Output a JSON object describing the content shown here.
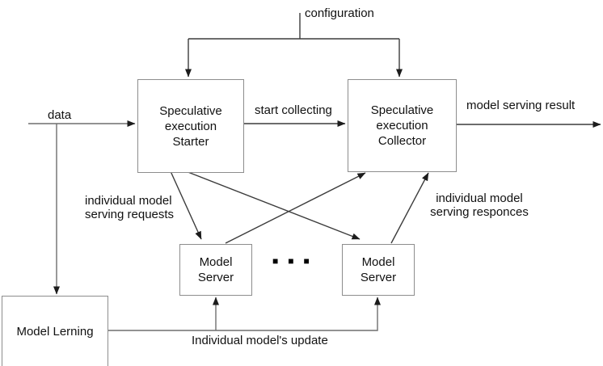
{
  "colors": {
    "line": "#3c3c3c",
    "muted_line": "#6e6e6e",
    "box_border": "#8d8d8d",
    "text": "#111111",
    "background": "#ffffff"
  },
  "nodes": {
    "starter": {
      "lines": [
        "Speculative",
        "execution",
        "Starter"
      ]
    },
    "collector": {
      "lines": [
        "Speculative",
        "execution",
        "Collector"
      ]
    },
    "model_server_left": {
      "lines": [
        "Model",
        "Server"
      ]
    },
    "model_server_right": {
      "lines": [
        "Model",
        "Server"
      ]
    },
    "model_learning": {
      "label": "Model Lerning"
    }
  },
  "labels": {
    "configuration": "configuration",
    "data": "data",
    "start_collecting": "start collecting",
    "model_serving_result": "model serving result",
    "requests_line1": "individual model",
    "requests_line2": "serving requests",
    "responses_line1": "individual model",
    "responses_line2": "serving responces",
    "update": "Individual model's update"
  },
  "icons": {
    "ellipsis_glyphs": "■■■"
  }
}
